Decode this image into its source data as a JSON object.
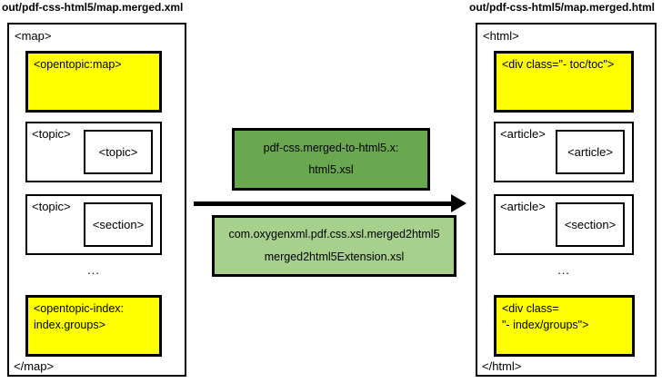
{
  "diagram": {
    "left": {
      "title": "out/pdf-css-html5/map.merged.xml",
      "open_tag": "<map>",
      "close_tag": "</map>",
      "toc_box_label": "<opentopic:map>",
      "nodes": [
        {
          "outer": "<topic>",
          "inner": "<topic>"
        },
        {
          "outer": "<topic>",
          "inner": "<section>"
        }
      ],
      "ellipsis": "...",
      "index_box_line1": "<opentopic-index:",
      "index_box_line2": "index.groups>"
    },
    "center": {
      "xslt_box": {
        "line1": "pdf-css.merged-to-html5.x:",
        "line2": "html5.xsl"
      },
      "extension_box": {
        "line1": "com.oxygenxml.pdf.css.xsl.merged2html5",
        "line2": "merged2html5Extension.xsl"
      }
    },
    "right": {
      "title": "out/pdf-css-html5/map.merged.html",
      "open_tag": "<html>",
      "close_tag": "</html>",
      "toc_box_label": "<div class=\"- toc/toc\">",
      "nodes": [
        {
          "outer": "<article>",
          "inner": "<article>"
        },
        {
          "outer": "<article>",
          "inner": "<section>"
        }
      ],
      "ellipsis": "...",
      "index_box_line1": "<div class=",
      "index_box_line2": "\"- index/groups\">"
    },
    "colors": {
      "highlight_yellow": "#ffff00",
      "xslt_green": "#6aa84f",
      "extension_green": "#a8d08d"
    }
  }
}
